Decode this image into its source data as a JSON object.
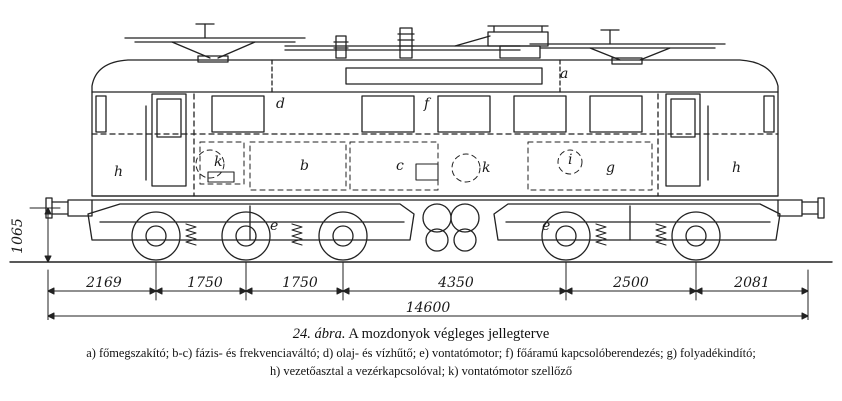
{
  "figure": {
    "caption_number": "24. ábra.",
    "caption_title": "A mozdonyok végleges jellegterve",
    "legend_line1": "a) főmegszakító; b-c) fázis- és frekvenciaváltó; d) olaj- és vízhűtő; e) vontatómotor; f) főáramú kapcsolóberendezés; g) folyadékindító;",
    "legend_line2": "h) vezetőasztal a vezérkapcsolóval; k) vontatómotor szellőző"
  },
  "dimensions": {
    "height_rail": "1065",
    "spans": [
      "2169",
      "1750",
      "1750",
      "4350",
      "2500",
      "2081"
    ],
    "total": "14600"
  },
  "part_labels": {
    "a": "a",
    "b": "b",
    "c": "c",
    "d": "d",
    "e": "e",
    "f": "f",
    "g": "g",
    "h": "h",
    "i": "i",
    "k": "k"
  }
}
